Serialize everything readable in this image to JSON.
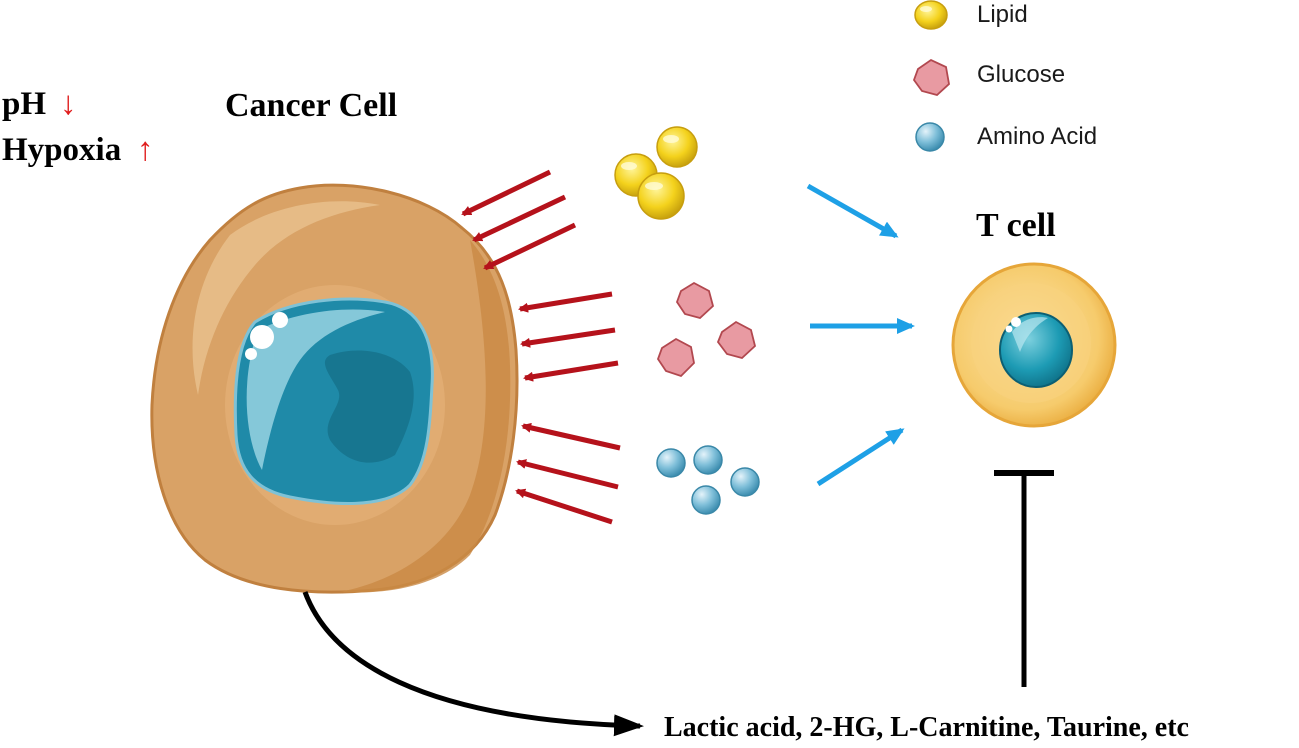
{
  "labels": {
    "ph": "pH",
    "ph_symbol": "↓",
    "hypoxia": "Hypoxia",
    "hypoxia_symbol": "↑",
    "cancer_cell": "Cancer Cell",
    "t_cell": "T cell",
    "metabolites": "Lactic acid, 2-HG, L-Carnitine, Taurine, etc"
  },
  "legend": [
    {
      "icon": "lipid-icon",
      "label": "Lipid"
    },
    {
      "icon": "glucose-icon",
      "label": "Glucose"
    },
    {
      "icon": "amino-acid-icon",
      "label": "Amino Acid"
    }
  ],
  "colors": {
    "competition_arrow": "#b5121b",
    "uptake_arrow": "#1ea0e6",
    "lipid": "#f2d21a",
    "glucose": "#e89aa2",
    "amino_acid": "#6fb3d0",
    "cancer_cytoplasm": "#d9a266",
    "nucleus": "#1f8aa8",
    "t_cell_cytoplasm": "#f7cf7a",
    "indicator": "#e01e1e"
  }
}
